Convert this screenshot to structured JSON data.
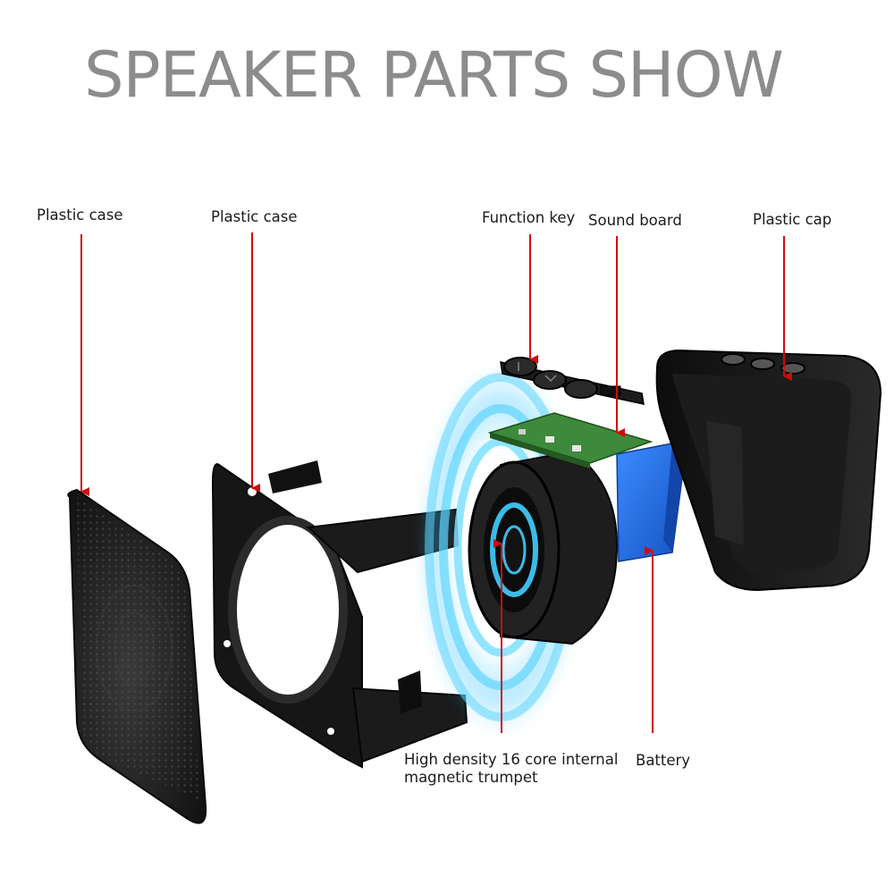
{
  "title": "SPEAKER PARTS SHOW",
  "labels": {
    "plastic_case_front": "Plastic case",
    "plastic_case_frame": "Plastic case",
    "function_key": "Function key",
    "sound_board": "Sound board",
    "plastic_cap": "Plastic cap",
    "trumpet_line1": "High density 16 core internal",
    "trumpet_line2": "magnetic trumpet",
    "battery": "Battery"
  },
  "colors": {
    "leader_line": "#d10a0a",
    "glow": "#33c4ff",
    "battery": "#1e6fe0",
    "pcb": "#3d8a3a",
    "case": "#151515"
  }
}
